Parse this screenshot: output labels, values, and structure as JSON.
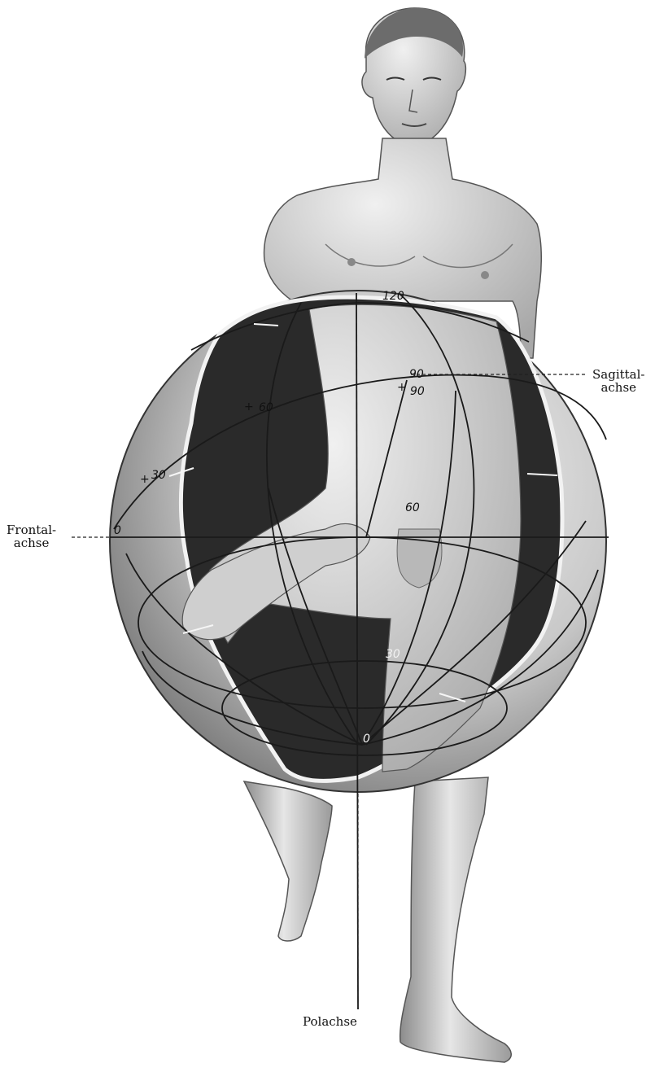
{
  "labels": {
    "sagittal_1": "Sagittal-",
    "sagittal_2": "achse",
    "frontal_1": "Frontal-",
    "frontal_2": "achse",
    "polar": "Polachse"
  },
  "scale_numbers": {
    "n120": "120",
    "n90a": "90",
    "n90b": "90",
    "n60a": "60",
    "n60b": "60",
    "n30a": "30",
    "n30b": "30",
    "n0a": "0",
    "n0b": "0"
  }
}
